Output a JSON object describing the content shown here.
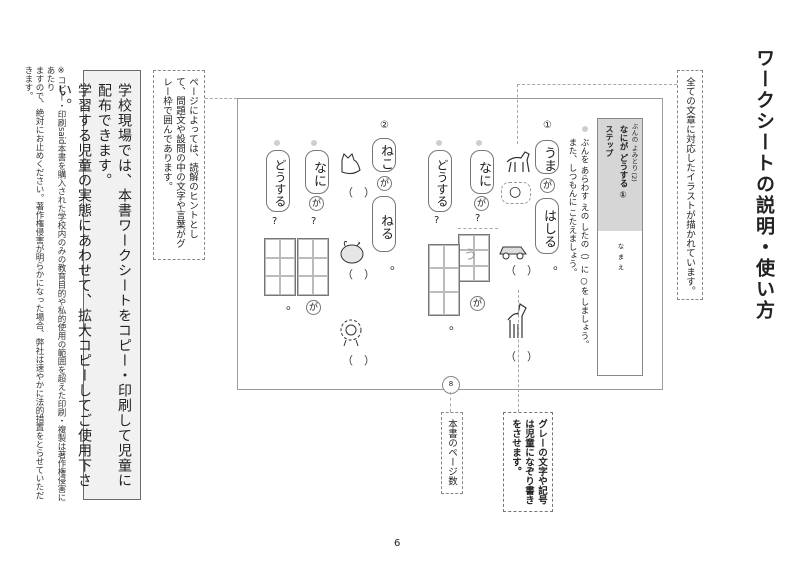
{
  "page": {
    "title": "ワークシートの説明・使い方",
    "page_number": "6"
  },
  "notice": {
    "line1": "学校現場では、本書ワークシートをコピー・印刷して児童に配布できます。",
    "line2": "学習する児童の実態にあわせて、拡大コピーしてご使用下さい。"
  },
  "footnote": {
    "line1": "※コピー・印刷said本書を購入された学校内のみの教育目的や私的使用の範囲を超えた印刷・複製は著作権侵害にあたり",
    "line2": "ますので、絶対にお止めください。著作権侵害が明らかになった場合、弊社は速やかに法的措置をとらせていただきます。"
  },
  "callouts": {
    "illustration": "全ての文章に対応したイラストが描かれています。",
    "hint": "ページによっては、読解のヒントとして、問題文や設問の中の文字や言葉がグレー枠で囲んであります。",
    "page_count": "本書のページ数",
    "gray_text": "グレーの文字や記号は児童になぞり書きをさせます。"
  },
  "worksheet": {
    "subject": "ぶんの よみとり (2)",
    "title_main": "なにが どうする ①",
    "step": "ステップ",
    "name_label": "なまえ",
    "instruction": "ぶんを あらわす えの したの（）に ○を しましょう。",
    "instruction2": "また、しつもんに こたえましょう。",
    "q1_number": "①",
    "q1_subject": "うま",
    "q1_particle": "が",
    "q1_verb": "はしる",
    "q1_period": "。",
    "q1_nani": "なに",
    "q1_doushiru": "どうする",
    "q1_qmark": "?",
    "q1_answer_hint": "う",
    "q1_circle": "○",
    "q2_number": "②",
    "q2_subject": "ねこ",
    "q2_particle": "が",
    "q2_verb": "ねる",
    "q2_period": "。",
    "q2_nani": "なに",
    "q2_doushiru": "どうする",
    "q2_qmark": "?",
    "paren": "（　）",
    "ga": "が",
    "period": "。",
    "page_no": "8"
  },
  "icons": [
    "horse-illustration",
    "car-illustration",
    "cat-illustration",
    "rabbit-illustration",
    "lion-illustration"
  ]
}
